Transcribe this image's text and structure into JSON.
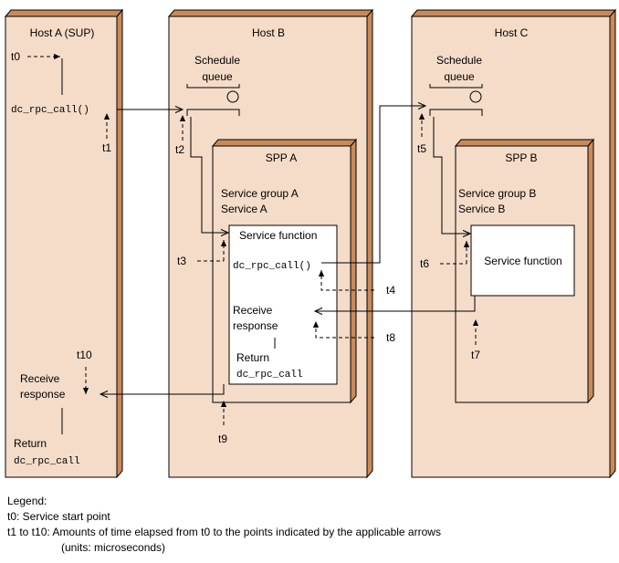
{
  "hosts": {
    "a": "Host A (SUP)",
    "b": "Host B",
    "c": "Host C"
  },
  "schedule_queue": {
    "line1": "Schedule",
    "line2": "queue"
  },
  "spp": {
    "a": {
      "title": "SPP A",
      "group": "Service group A",
      "service": "Service A"
    },
    "b": {
      "title": "SPP B",
      "group": "Service group B",
      "service": "Service B"
    }
  },
  "service_function": "Service function",
  "call": "dc_rpc_call()",
  "return_word": "Return",
  "return_call": "dc_rpc_call",
  "receive": {
    "line1": "Receive",
    "line2": "response"
  },
  "times": {
    "t0": "t0",
    "t1": "t1",
    "t2": "t2",
    "t3": "t3",
    "t4": "t4",
    "t5": "t5",
    "t6": "t6",
    "t7": "t7",
    "t8": "t8",
    "t9": "t9",
    "t10": "t10"
  },
  "legend": {
    "title": "Legend:",
    "line1": "t0: Service start point",
    "line2": "t1 to t10: Amounts of time elapsed from t0 to the points indicated by the applicable arrows",
    "line3": "(units: microseconds)"
  }
}
